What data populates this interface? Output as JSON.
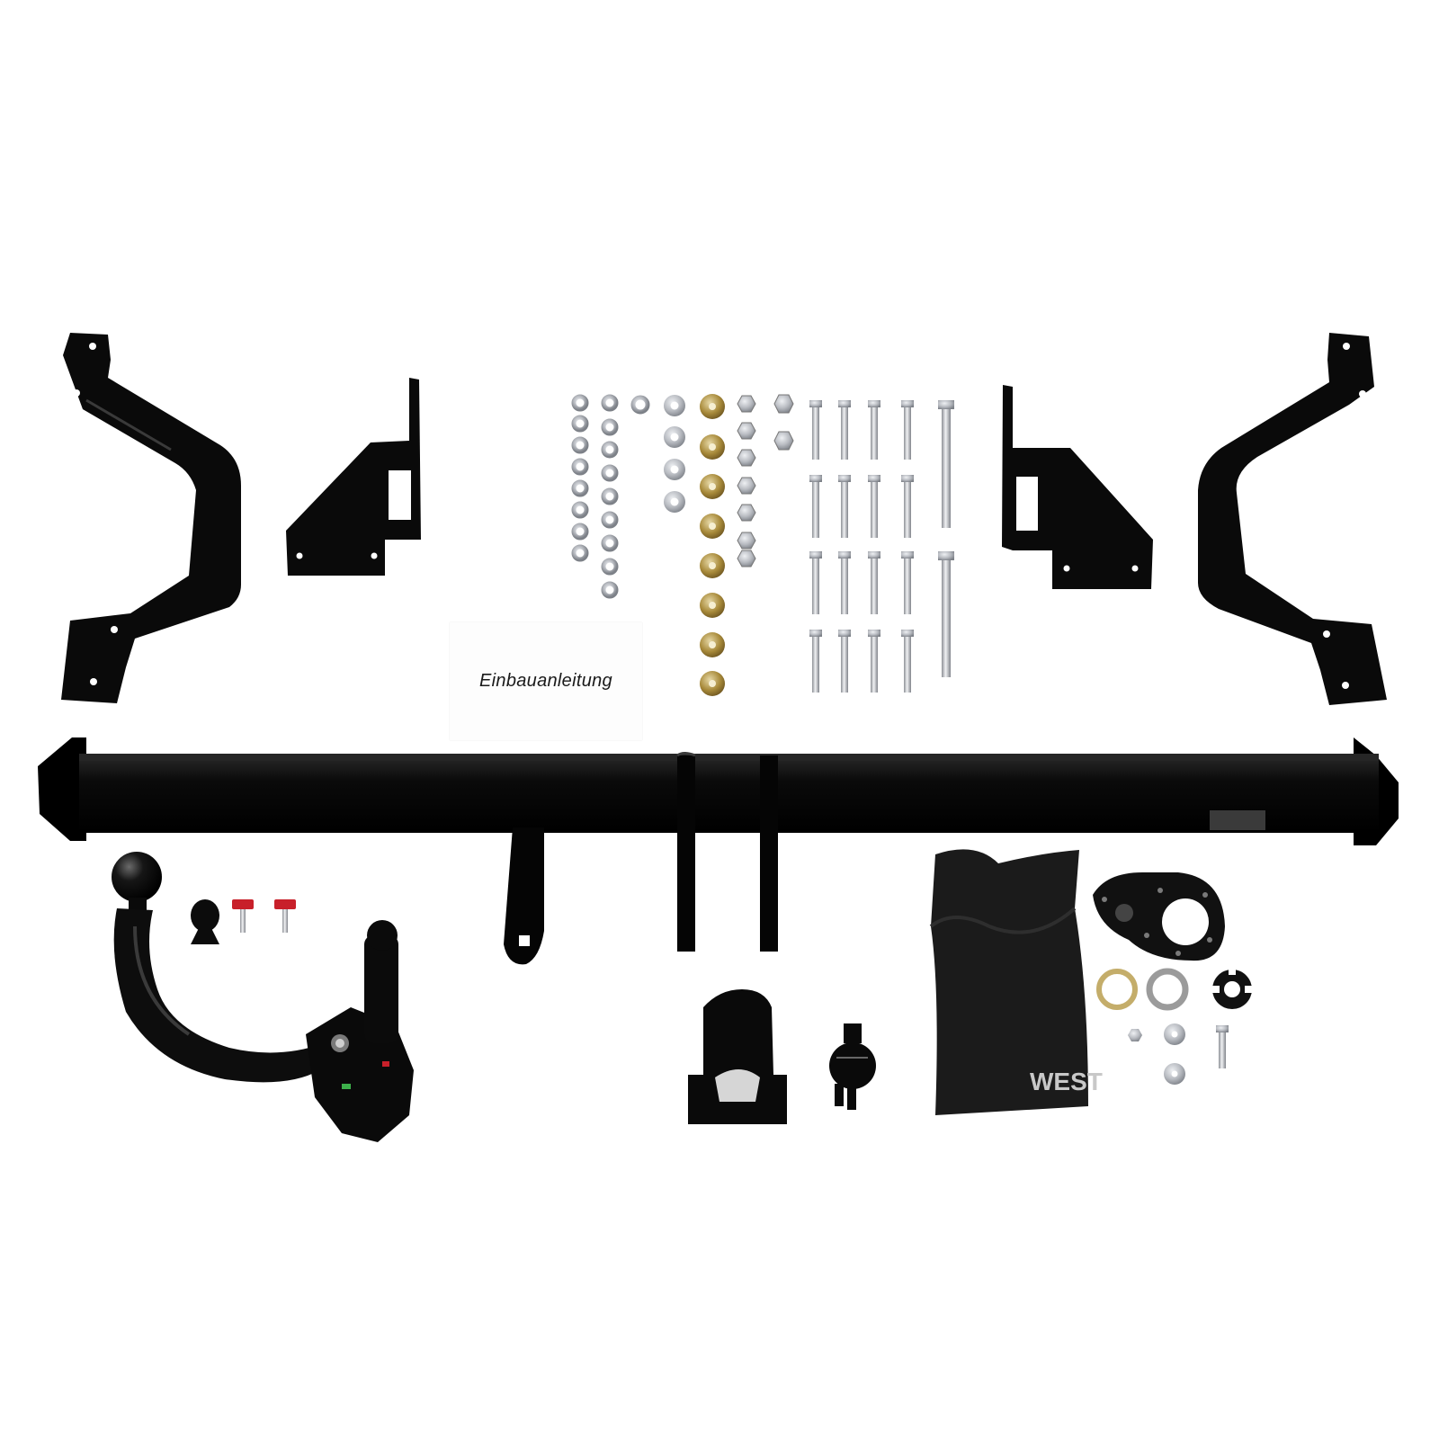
{
  "manual": {
    "title": "Einbauanleitung"
  },
  "cover_brand": "WEST",
  "colors": {
    "background": "#ffffff",
    "steel": "#0c0c0c",
    "zinc": "#b9bcc2",
    "brass_washer": "#a88a3a",
    "cover": "#1b1b1b",
    "red_cap": "#c8202a"
  },
  "kit": {
    "components": [
      "left-bracket-outer",
      "left-bracket-inner",
      "right-bracket-inner",
      "right-bracket-outer",
      "crossbar",
      "detachable-tow-ball",
      "socket-plate",
      "protective-cover",
      "washers",
      "lock-washers",
      "nuts",
      "bolts",
      "instruction-manual"
    ]
  }
}
